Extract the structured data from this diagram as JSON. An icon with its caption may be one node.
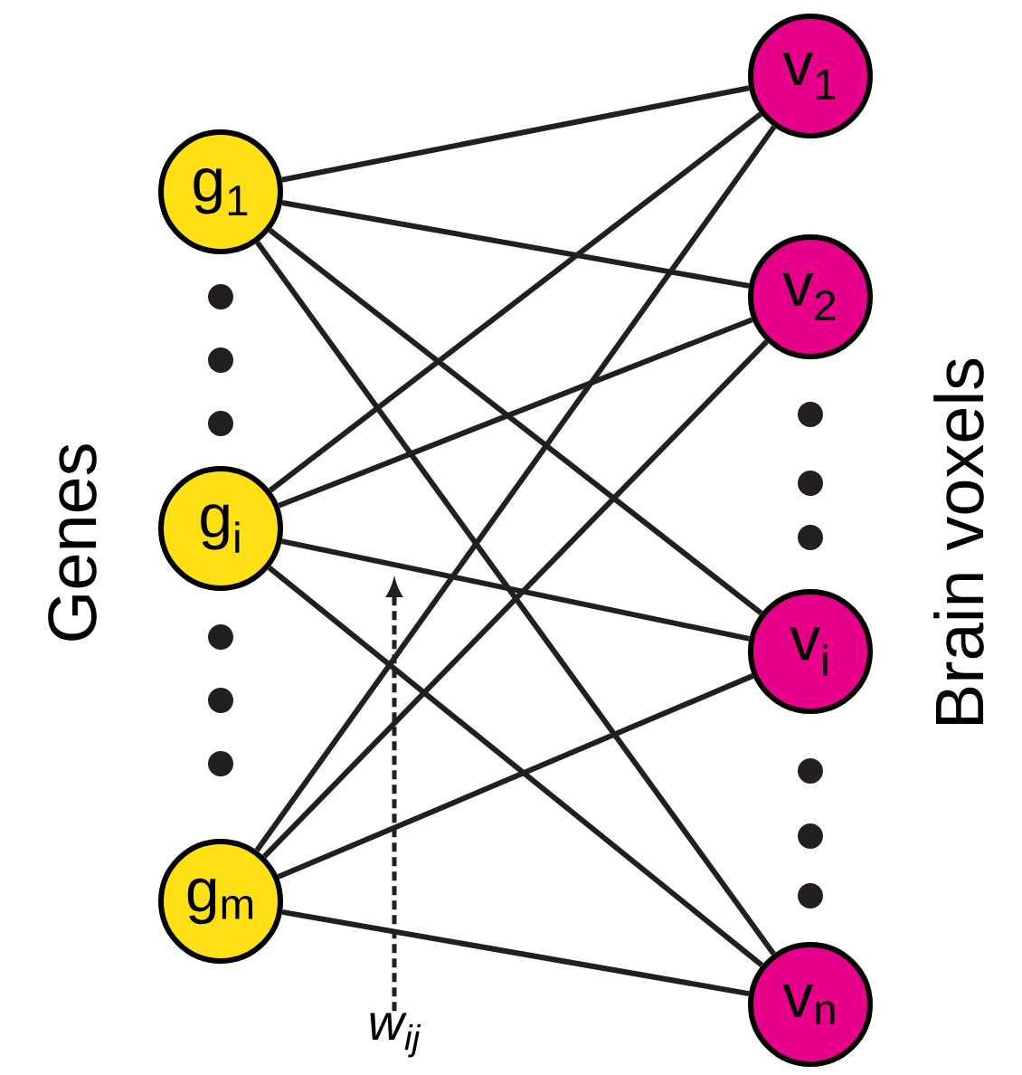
{
  "diagram": {
    "nodes": [
      {
        "text": [
          "g$_{1}$"
        ]
      },
      {
        "text": [
          "g$_{i}$"
        ]
      },
      {
        "text": [
          "g$_{m}$"
        ]
      },
      {
        "text": [
          "v$_{1}$"
        ]
      },
      {
        "text": [
          "v$_{2}$"
        ]
      },
      {
        "text": [
          "v$_{i}$"
        ]
      },
      {
        "text": [
          "v$_{n}$"
        ]
      },
      {
        "text": [
          "w$_{ij}$"
        ]
      }
    ],
    "edges": [
      {
        "from": 0,
        "to": 3,
        "arrow": "none"
      },
      {
        "from": 0,
        "to": 4,
        "arrow": "none"
      },
      {
        "from": 0,
        "to": 5,
        "arrow": "none"
      },
      {
        "from": 0,
        "to": 6,
        "arrow": "none"
      },
      {
        "from": 1,
        "to": 3,
        "arrow": "none"
      },
      {
        "from": 1,
        "to": 4,
        "arrow": "none"
      },
      {
        "from": 1,
        "to": 5,
        "arrow": "none"
      },
      {
        "from": 1,
        "to": 6,
        "arrow": "none"
      },
      {
        "from": 2,
        "to": 3,
        "arrow": "none"
      },
      {
        "from": 2,
        "to": 4,
        "arrow": "none"
      },
      {
        "from": 2,
        "to": 5,
        "arrow": "none"
      },
      {
        "from": 2,
        "to": 6,
        "arrow": "none"
      },
      {
        "from": 7,
        "to": null,
        "arrow": "to",
        "style": "dashed"
      }
    ],
    "labels": [
      "Genes",
      "Brain voxels"
    ]
  }
}
